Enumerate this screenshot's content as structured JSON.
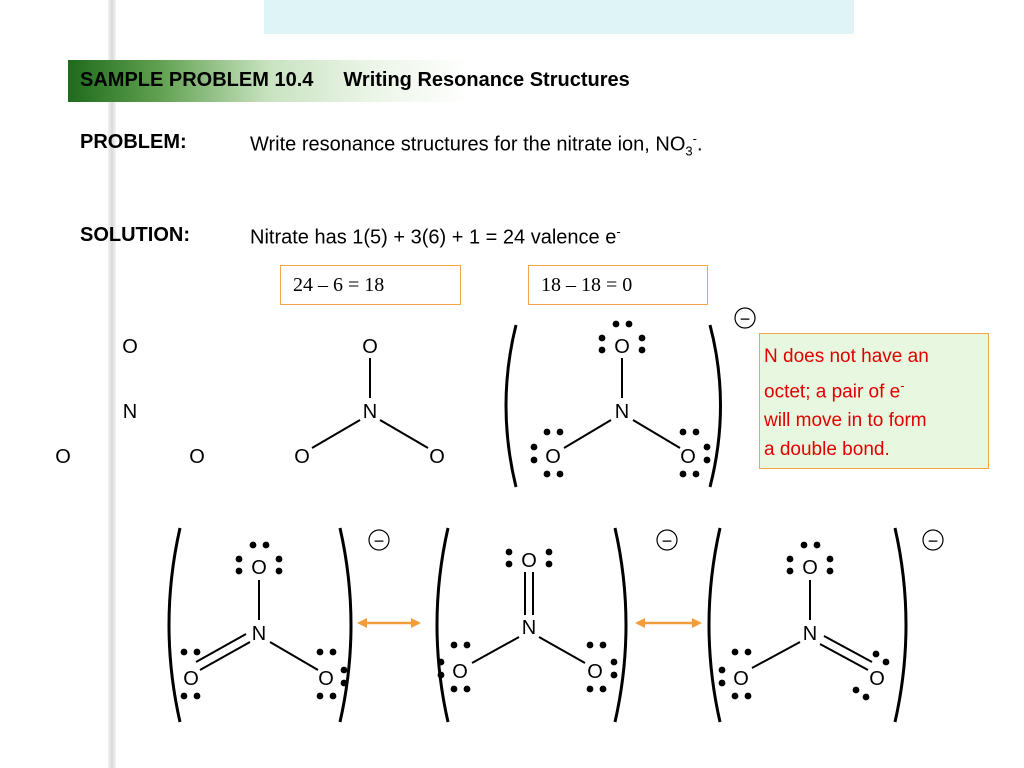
{
  "header": {
    "title_part1": "SAMPLE PROBLEM 10.4",
    "title_part2": "Writing Resonance Structures"
  },
  "problem": {
    "label": "PROBLEM:",
    "text": "Write resonance structures for the nitrate ion, NO",
    "subscript": "3",
    "superscript": "-",
    "end": "."
  },
  "solution": {
    "label": "SOLUTION:",
    "text": "Nitrate has 1(5) + 3(6) + 1 = 24 valence e",
    "superscript": "-"
  },
  "calc_boxes": [
    "24 – 6 = 18",
    "18 – 18 = 0"
  ],
  "note": {
    "line1": "N does not have an",
    "line2": "octet;  a pair of e",
    "line2_sup": "-",
    "line3": "will move in to form",
    "line4": "a double bond."
  },
  "atoms": {
    "oxygen": "O",
    "nitrogen": "N"
  },
  "charge_symbol": "−",
  "colors": {
    "accent_orange": "#f2a54a",
    "note_red": "#e00000",
    "title_green": "#1f6a1d",
    "arrow": "#f39c3c"
  }
}
